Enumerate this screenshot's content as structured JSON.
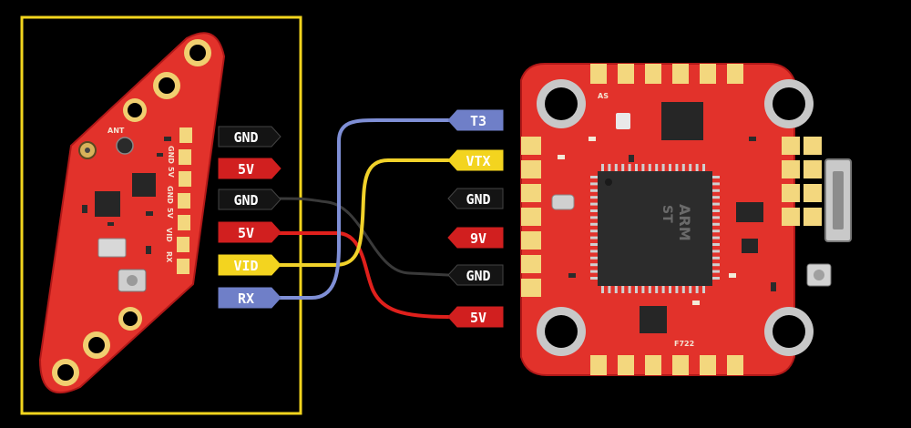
{
  "colors": {
    "background": "#000000",
    "frame": "#f2d51e",
    "board": "#e2322b",
    "pad": "#f3d77e",
    "tag_dark": "#141414",
    "tag_red": "#d11f1f",
    "tag_yellow": "#f3d41f",
    "tag_blue": "#6f7fc8",
    "wire_blue": "#7f8fd6",
    "wire_yellow": "#f1d22a",
    "wire_red": "#e0201c",
    "wire_black": "#3a3a3a"
  },
  "vtx_board": {
    "silkscreen": {
      "pads": [
        "GND",
        "5V",
        "GND",
        "5V",
        "VID",
        "RX"
      ],
      "top": "ANT"
    }
  },
  "vtx_pins": [
    {
      "label": "GND",
      "style": "dark"
    },
    {
      "label": "5V",
      "style": "red"
    },
    {
      "label": "GND",
      "style": "dark"
    },
    {
      "label": "5V",
      "style": "red"
    },
    {
      "label": "VID",
      "style": "yellow"
    },
    {
      "label": "RX",
      "style": "blue"
    }
  ],
  "fc_pins": [
    {
      "label": "T3",
      "style": "blue"
    },
    {
      "label": "VTX",
      "style": "yellow"
    },
    {
      "label": "GND",
      "style": "dark"
    },
    {
      "label": "9V",
      "style": "red"
    },
    {
      "label": "GND",
      "style": "dark"
    },
    {
      "label": "5V",
      "style": "red"
    }
  ],
  "fc_board": {
    "mcu_marking": "ARM",
    "mcu_logo": "ST",
    "silkscreen": {
      "corner_label": "AS",
      "bottom_label": "F722"
    }
  }
}
